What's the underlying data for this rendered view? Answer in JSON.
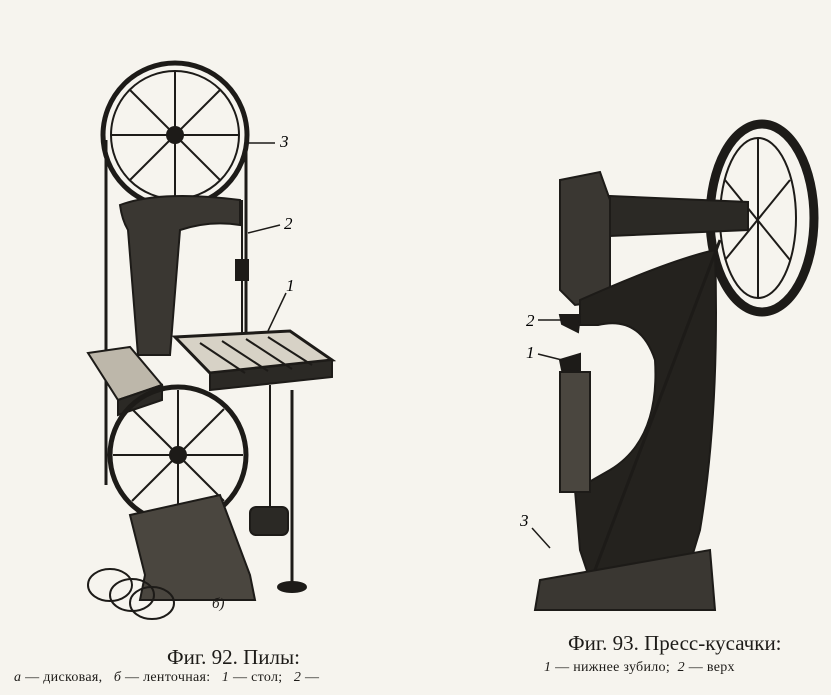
{
  "fig92": {
    "labels": {
      "one": "1",
      "two": "2",
      "three": "3"
    },
    "sublabel": "б)",
    "caption": "Фиг. 92. Пилы:",
    "legend": {
      "a_letter": "а",
      "a_text": "— дисковая,",
      "b_letter": "б",
      "b_text": "— ленточная:",
      "n1": "1",
      "t1": "— стол;",
      "n2": "2",
      "t2": "—"
    }
  },
  "fig93": {
    "labels": {
      "one": "1",
      "two": "2",
      "three": "3"
    },
    "caption": "Фиг. 93. Пресс-кусачки:",
    "legend": {
      "n1": "1",
      "t1": "— нижнее зубило;",
      "n2": "2",
      "t2": "— верх"
    }
  }
}
